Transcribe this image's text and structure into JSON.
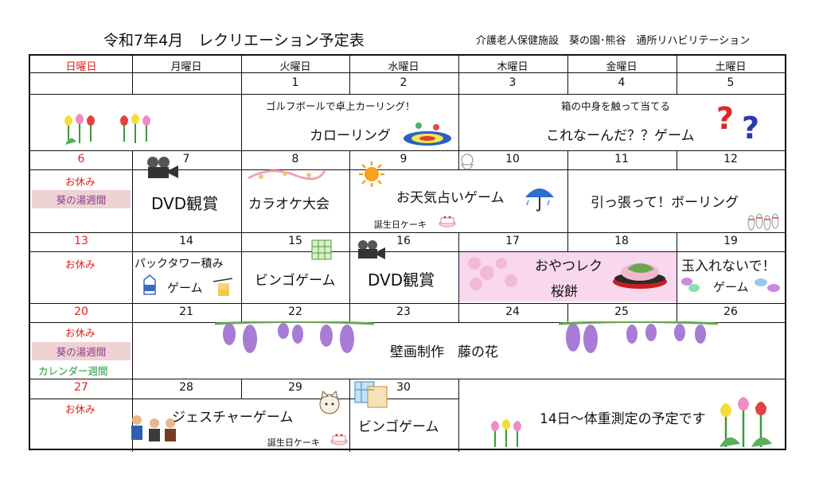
{
  "header": {
    "title": "令和7年4月　レクリエーション予定表",
    "facility": "介護老人保健施設　葵の園･熊谷　通所リハビリテーション"
  },
  "weekdays": [
    "日曜日",
    "月曜日",
    "火曜日",
    "水曜日",
    "木曜日",
    "金曜日",
    "土曜日"
  ],
  "week1": {
    "dates": [
      "",
      "",
      "1",
      "2",
      "3",
      "4",
      "5"
    ],
    "curling_caption": "ゴルフボールで卓上カーリング！",
    "curling_title": "カローリング",
    "guess_caption": "箱の中身を触って当てる",
    "guess_title": "これなーんだ？？ゲーム"
  },
  "week2": {
    "dates": [
      "6",
      "7",
      "8",
      "9",
      "10",
      "11",
      "12"
    ],
    "sunday_off": "お休み",
    "sunday_event": "葵の湯週間",
    "mon": "DVD観賞",
    "tue": "カラオケ大会",
    "wed_thu": "お天気占いゲーム",
    "birthday": "誕生日ケーキ",
    "fri_sat": "引っ張って！ボーリング"
  },
  "week3": {
    "dates": [
      "13",
      "14",
      "15",
      "16",
      "17",
      "18",
      "19"
    ],
    "sunday_off": "お休み",
    "mon_line1": "パックタワー積み",
    "mon_line2": "ゲーム",
    "tue": "ビンゴゲーム",
    "wed": "DVD観賞",
    "thu_fri_line1": "おやつレク",
    "thu_fri_line2": "桜餅",
    "sat_line1": "玉入れないで！",
    "sat_line2": "ゲーム"
  },
  "week4": {
    "dates": [
      "20",
      "21",
      "22",
      "23",
      "24",
      "25",
      "26"
    ],
    "sunday_off": "お休み",
    "sunday_event1": "葵の湯週間",
    "sunday_event2": "カレンダー週間",
    "activity": "壁画制作　藤の花"
  },
  "week5": {
    "dates": [
      "27",
      "28",
      "29",
      "30"
    ],
    "sunday_off": "お休み",
    "mon_tue": "ジェスチャーゲーム",
    "birthday": "誕生日ケーキ",
    "wed": "ビンゴゲーム",
    "notice": "14日～体重測定の予定です"
  },
  "icons": [
    "tulip-icon",
    "curling-icon",
    "question-mark-icon",
    "film-camera-icon",
    "music-notes-icon",
    "sun-icon",
    "umbrella-icon",
    "teru-teru-bozu-icon",
    "cake-icon",
    "bowling-pins-icon",
    "bingo-card-icon",
    "milk-carton-icon",
    "sakura-mochi-icon",
    "cherry-blossom-icon",
    "beanbag-icon",
    "wisteria-icon",
    "people-icon",
    "cat-icon"
  ],
  "colors": {
    "sunday_red": "#e0201e",
    "event_pink": "#efd2d4",
    "sakura_pink": "#f9d7ee",
    "calendar_green": "#1a9a3a"
  }
}
